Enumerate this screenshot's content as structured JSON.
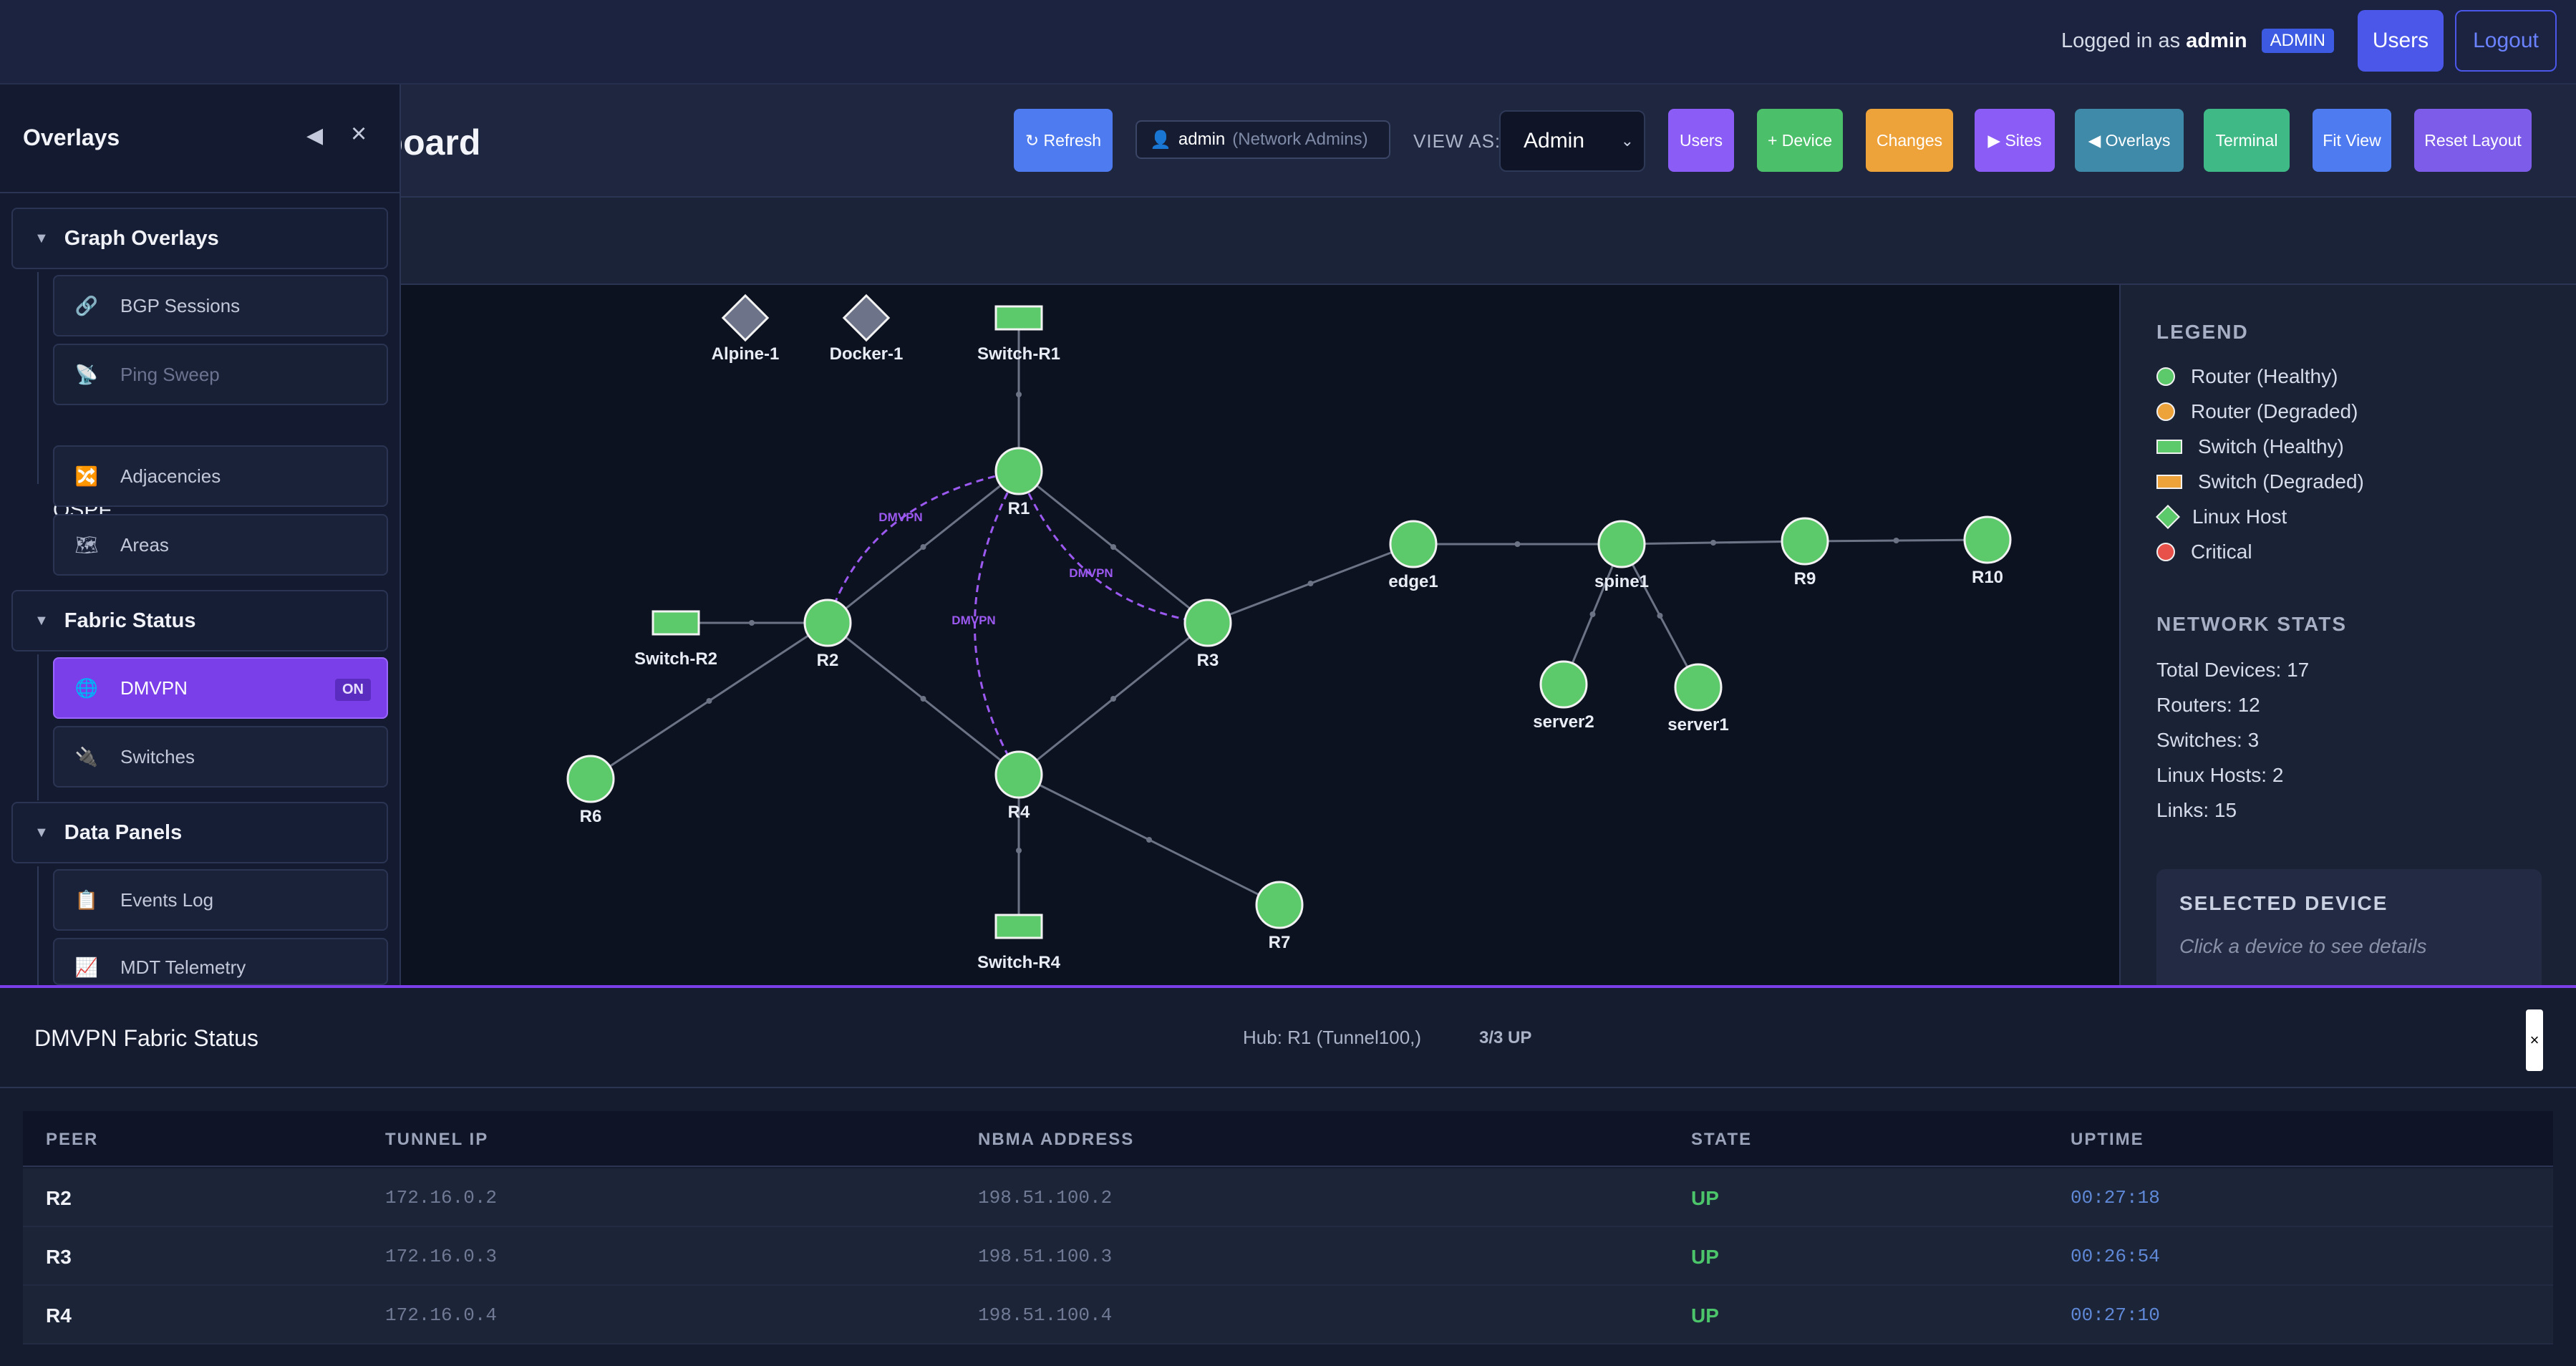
{
  "topbar": {
    "login_prefix": "Logged in as",
    "username": "admin",
    "role_badge": "ADMIN",
    "users_label": "Users",
    "logout_label": "Logout"
  },
  "toolbar": {
    "title": "hboard",
    "refresh_label": "↻ Refresh",
    "user_chip_name": "admin",
    "user_chip_group": "(Network Admins)",
    "view_as_label": "VIEW AS:",
    "view_as_value": "Admin",
    "buttons": [
      {
        "label": "Users",
        "color": "#8b5cf6"
      },
      {
        "label": "+ Device",
        "color": "#4cbf6a"
      },
      {
        "label": "Changes",
        "color": "#eea23a"
      },
      {
        "label": "▶ Sites",
        "color": "#8b5cf6"
      },
      {
        "label": "◀ Overlays",
        "color": "#3f8aa8"
      },
      {
        "label": "Terminal",
        "color": "#3fba86"
      },
      {
        "label": "Fit View",
        "color": "#4f7bf0"
      },
      {
        "label": "Reset Layout",
        "color": "#7c5ce8"
      }
    ]
  },
  "overlays_panel": {
    "title": "Overlays",
    "sections": [
      {
        "label": "Graph Overlays"
      },
      {
        "label": "Fabric Status"
      },
      {
        "label": "Data Panels"
      }
    ],
    "ospf_label": "OSPF",
    "items": [
      {
        "label": "BGP Sessions",
        "icon": "link-icon"
      },
      {
        "label": "Ping Sweep",
        "icon": "satellite-icon"
      },
      {
        "label": "Adjacencies",
        "icon": "shuffle-icon"
      },
      {
        "label": "Areas",
        "icon": "map-icon"
      },
      {
        "label": "DMVPN",
        "icon": "globe-icon",
        "badge": "ON"
      },
      {
        "label": "Switches",
        "icon": "plug-icon"
      },
      {
        "label": "Events Log",
        "icon": "clipboard-icon"
      },
      {
        "label": "MDT Telemetry",
        "icon": "chart-icon"
      }
    ]
  },
  "graph": {
    "nodes": [
      {
        "id": "Alpine-1",
        "label": "Alpine-1",
        "type": "linux"
      },
      {
        "id": "Docker-1",
        "label": "Docker-1",
        "type": "linux"
      },
      {
        "id": "Switch-R1",
        "label": "Switch-R1",
        "type": "switch"
      },
      {
        "id": "R1",
        "label": "R1",
        "type": "router"
      },
      {
        "id": "Switch-R2",
        "label": "Switch-R2",
        "type": "switch"
      },
      {
        "id": "R2",
        "label": "R2",
        "type": "router"
      },
      {
        "id": "R3",
        "label": "R3",
        "type": "router"
      },
      {
        "id": "R4",
        "label": "R4",
        "type": "router"
      },
      {
        "id": "R6",
        "label": "R6",
        "type": "router"
      },
      {
        "id": "R7",
        "label": "R7",
        "type": "router"
      },
      {
        "id": "Switch-R4",
        "label": "Switch-R4",
        "type": "switch"
      },
      {
        "id": "edge1",
        "label": "edge1",
        "type": "router"
      },
      {
        "id": "spine1",
        "label": "spine1",
        "type": "router"
      },
      {
        "id": "R9",
        "label": "R9",
        "type": "router"
      },
      {
        "id": "R10",
        "label": "R10",
        "type": "router"
      },
      {
        "id": "server2",
        "label": "server2",
        "type": "router"
      },
      {
        "id": "server1",
        "label": "server1",
        "type": "router"
      }
    ],
    "links": [
      [
        "Switch-R1",
        "R1"
      ],
      [
        "R1",
        "R2"
      ],
      [
        "R1",
        "R3"
      ],
      [
        "Switch-R2",
        "R2"
      ],
      [
        "R2",
        "R4"
      ],
      [
        "R2",
        "R6"
      ],
      [
        "R3",
        "R4"
      ],
      [
        "R3",
        "edge1"
      ],
      [
        "R4",
        "Switch-R4"
      ],
      [
        "R4",
        "R7"
      ],
      [
        "edge1",
        "spine1"
      ],
      [
        "spine1",
        "R9"
      ],
      [
        "R9",
        "R10"
      ],
      [
        "spine1",
        "server2"
      ],
      [
        "spine1",
        "server1"
      ]
    ],
    "dmvpn_label": "DMVPN",
    "dmvpn_links": [
      [
        "R1",
        "R2"
      ],
      [
        "R1",
        "R3"
      ],
      [
        "R1",
        "R4"
      ]
    ]
  },
  "legend": {
    "title": "LEGEND",
    "items": [
      {
        "label": "Router (Healthy)",
        "shape": "circle",
        "color": "#5cc96a"
      },
      {
        "label": "Router (Degraded)",
        "shape": "circle",
        "color": "#eea23a"
      },
      {
        "label": "Switch (Healthy)",
        "shape": "rect",
        "color": "#5cc96a"
      },
      {
        "label": "Switch (Degraded)",
        "shape": "rect",
        "color": "#eea23a"
      },
      {
        "label": "Linux Host",
        "shape": "diamond",
        "color": "#5cc96a"
      },
      {
        "label": "Critical",
        "shape": "circle",
        "color": "#e8504a"
      }
    ]
  },
  "network_stats": {
    "title": "NETWORK STATS",
    "rows": [
      "Total Devices: 17",
      "Routers: 12",
      "Switches: 3",
      "Linux Hosts: 2",
      "Links: 15"
    ]
  },
  "selected_device": {
    "title": "SELECTED DEVICE",
    "placeholder": "Click a device to see details"
  },
  "dmvpn_panel": {
    "title": "DMVPN Fabric Status",
    "hub": "Hub: R1 (Tunnel100,)",
    "up_count": "3/3 UP",
    "close_label": "×",
    "columns": [
      "PEER",
      "TUNNEL IP",
      "NBMA ADDRESS",
      "STATE",
      "UPTIME"
    ],
    "rows": [
      {
        "peer": "R2",
        "tunnel_ip": "172.16.0.2",
        "nbma": "198.51.100.2",
        "state": "UP",
        "uptime": "00:27:18"
      },
      {
        "peer": "R3",
        "tunnel_ip": "172.16.0.3",
        "nbma": "198.51.100.3",
        "state": "UP",
        "uptime": "00:26:54"
      },
      {
        "peer": "R4",
        "tunnel_ip": "172.16.0.4",
        "nbma": "198.51.100.4",
        "state": "UP",
        "uptime": "00:27:10"
      }
    ]
  }
}
